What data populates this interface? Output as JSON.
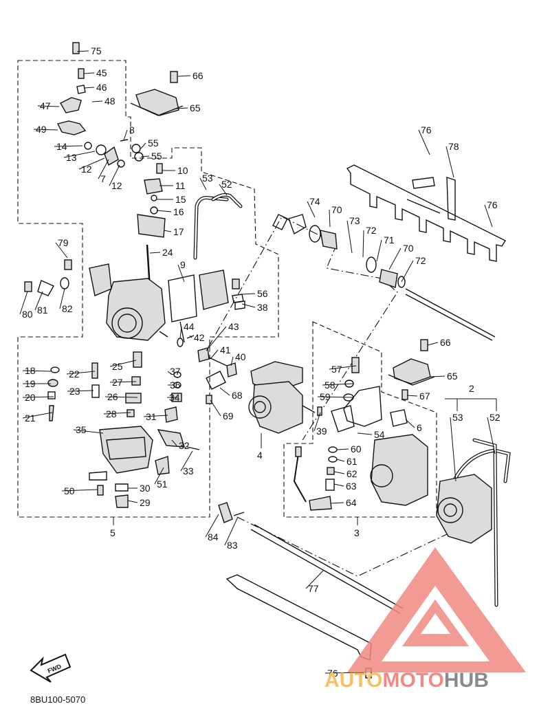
{
  "drawing_code": "8BU100-5070",
  "fwd_label": "FWD",
  "watermark": {
    "part1": "AUTO",
    "part2": "MOTO",
    "part3": "HUB",
    "color_primary": "#f08a83",
    "color_secondary": "#f6c063",
    "color_tertiary": "#8a8a8a"
  },
  "group_labels": [
    "5",
    "4",
    "3",
    "2"
  ],
  "callouts": [
    "75",
    "45",
    "46",
    "47",
    "48",
    "66",
    "65",
    "49",
    "8",
    "55",
    "55",
    "14",
    "13",
    "12",
    "7",
    "12",
    "10",
    "11",
    "15",
    "16",
    "17",
    "53",
    "52",
    "74",
    "70",
    "73",
    "72",
    "71",
    "70",
    "72",
    "76",
    "78",
    "76",
    "79",
    "24",
    "9",
    "80",
    "81",
    "82",
    "56",
    "38",
    "44",
    "42",
    "43",
    "41",
    "40",
    "66",
    "65",
    "18",
    "22",
    "25",
    "37",
    "19",
    "27",
    "36",
    "20",
    "23",
    "26",
    "34",
    "21",
    "28",
    "31",
    "35",
    "32",
    "33",
    "51",
    "50",
    "30",
    "29",
    "57",
    "58",
    "59",
    "67",
    "68",
    "69",
    "39",
    "54",
    "6",
    "60",
    "61",
    "62",
    "63",
    "64",
    "53",
    "52",
    "84",
    "83",
    "77",
    "76"
  ]
}
